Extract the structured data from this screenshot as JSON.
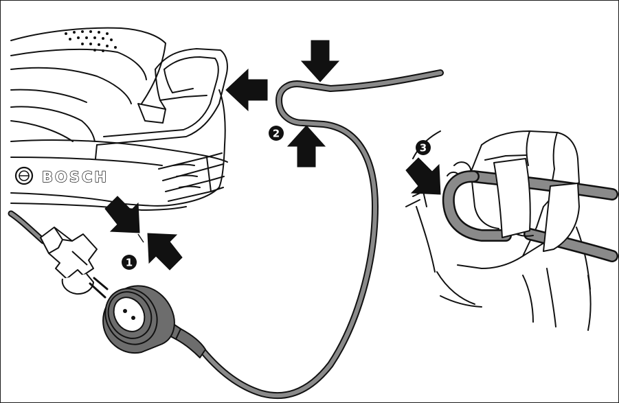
{
  "diagram": {
    "brand_label": "BOSCH",
    "steps": [
      {
        "id": 1,
        "label": "1"
      },
      {
        "id": 2,
        "label": "2"
      },
      {
        "id": 3,
        "label": "3"
      }
    ],
    "colors": {
      "cable": "#8a8a8a",
      "cable_outline": "#111111",
      "arrow": "#111111",
      "line": "#111111",
      "background": "#ffffff"
    },
    "icons": {
      "connector": "power-plug-icon",
      "socket": "power-socket-icon",
      "strain_relief": "cable-hook-icon"
    }
  }
}
